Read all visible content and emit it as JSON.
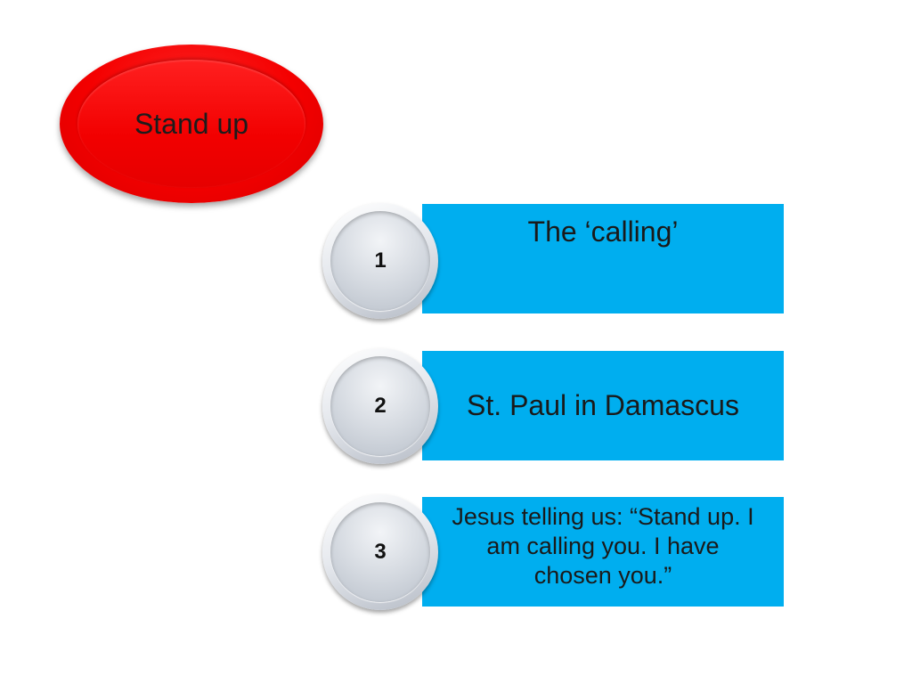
{
  "title": {
    "text": "Stand up",
    "color": "#f40000"
  },
  "steps": [
    {
      "number": "1",
      "text": "The ‘calling’"
    },
    {
      "number": "2",
      "text": "St. Paul in Damascus"
    },
    {
      "number": "3",
      "text": "Jesus telling us: “Stand up. I am calling you. I have chosen you.”"
    }
  ],
  "colors": {
    "box": "#00aeef",
    "circle": "#d3d8df"
  }
}
